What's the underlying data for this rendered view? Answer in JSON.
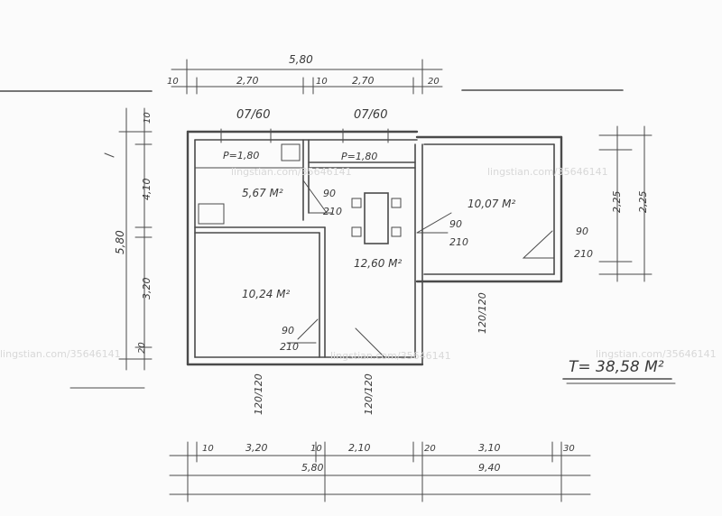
{
  "diagram": {
    "top_dims": {
      "total": "5,80",
      "seg1": "10",
      "seg2": "2,70",
      "seg3": "10",
      "seg4": "2,70",
      "seg5": "20"
    },
    "windows": [
      {
        "id": "w1",
        "label": "07/60"
      },
      {
        "id": "w2",
        "label": "07/60"
      }
    ],
    "left_dims": {
      "total": "5,80",
      "seg1": "10",
      "seg2": "4,10",
      "seg3": "3,20",
      "seg4": "20"
    },
    "right_dims": {
      "seg1": "2,25",
      "seg2": "2,25"
    },
    "rooms": [
      {
        "id": "room-top-left",
        "area": "5,67 M²"
      },
      {
        "id": "room-top-right",
        "area": "10,07 M²"
      },
      {
        "id": "room-center",
        "area": "12,60 M²"
      },
      {
        "id": "room-bottom-left",
        "area": "10,24 M²"
      }
    ],
    "labels": {
      "p1": "P=1,80",
      "p2": "P=1,80",
      "door1_w": "90",
      "door1_h": "210",
      "door2_w": "90",
      "door2_h": "210",
      "door3_w": "90",
      "door3_h": "210",
      "door4_w": "90",
      "door4_h": "210",
      "win_right": "120/120",
      "win_bottom1": "120/120",
      "win_bottom2": "120/120",
      "total_area": "T= 38,58 M²"
    },
    "bottom_dims": {
      "row1": {
        "s1": "10",
        "s2": "3,20",
        "s3": "10",
        "s4": "2,10",
        "s5": "20",
        "s6": "3,10",
        "s7": "30"
      },
      "row2": {
        "t1": "5,80",
        "t2": "9,40"
      }
    },
    "watermarks": [
      "lingstian.com/35646141",
      "lingstian.com/35646141",
      "lingstian.com/35646141",
      "lingstian.com/35646141",
      "lingstian.com/35646141"
    ]
  }
}
